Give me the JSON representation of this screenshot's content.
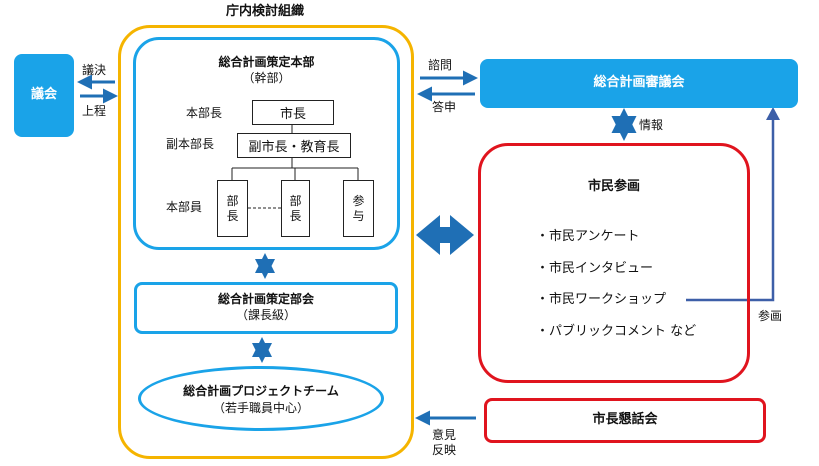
{
  "colors": {
    "blue": "#1aa3e8",
    "orange": "#f5b400",
    "red": "#e0141e",
    "arrow": "#1f6fb5",
    "arrow_dark": "#1660a6"
  },
  "org": {
    "title": "庁内検討組織",
    "hq": {
      "title": "総合計画策定本部",
      "subtitle": "（幹部）"
    },
    "roles": {
      "chief_label": "本部長",
      "chief": "市長",
      "vice_label": "副本部長",
      "vice": "副市長・教育長",
      "member_label": "本部員",
      "member1": [
        "部",
        "長"
      ],
      "member2": [
        "部",
        "長"
      ],
      "member3": [
        "参",
        "与"
      ]
    },
    "committee": {
      "title": "総合計画策定部会",
      "subtitle": "（課長級）"
    },
    "team": {
      "title": "総合計画プロジェクトチーム",
      "subtitle": "（若手職員中心）"
    }
  },
  "assembly": {
    "label": "議会",
    "to_assembly": "議決",
    "from_assembly": "上程"
  },
  "council": {
    "label": "総合計画審議会",
    "consult": "諮問",
    "report": "答申",
    "info": "情報"
  },
  "participation": {
    "title": "市民参画",
    "items": [
      "・市民アンケート",
      "・市民インタビュー",
      "・市民ワークショップ",
      "・パブリックコメント など"
    ],
    "participate": "参画"
  },
  "meeting": {
    "label": "市長懇話会",
    "opinion": [
      "意見",
      "反映"
    ]
  }
}
